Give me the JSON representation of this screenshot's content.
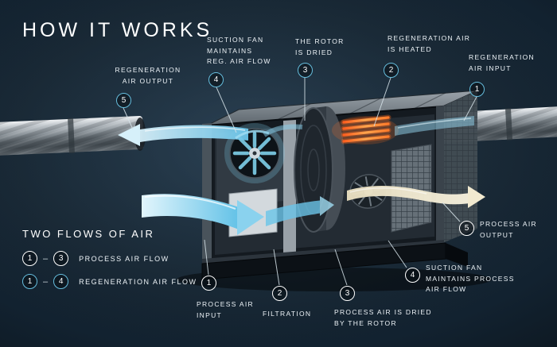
{
  "title": "HOW IT WORKS",
  "legend": {
    "heading": "TWO FLOWS OF AIR",
    "dash": "–",
    "process": {
      "from": "1",
      "to": "3",
      "label": "PROCESS AIR FLOW"
    },
    "regeneration": {
      "from": "1",
      "to": "4",
      "label": "REGENERATION AIR FLOW"
    }
  },
  "callouts": {
    "regen_output": {
      "number": "5",
      "label": "REGENERATION\nAIR OUTPUT"
    },
    "regen_fan": {
      "number": "4",
      "label": "SUCTION FAN\nMAINTAINS\nREG. AIR FLOW"
    },
    "rotor_dried": {
      "number": "3",
      "label": "THE ROTOR\nIS DRIED"
    },
    "regen_heated": {
      "number": "2",
      "label": "REGENERATION AIR\nIS HEATED"
    },
    "regen_input": {
      "number": "1",
      "label": "REGENERATION\nAIR INPUT"
    },
    "process_input": {
      "number": "1",
      "label": "PROCESS AIR\nINPUT"
    },
    "filtration": {
      "number": "2",
      "label": "FILTRATION"
    },
    "process_dried": {
      "number": "3",
      "label": "PROCESS AIR IS DRIED\nBY THE ROTOR"
    },
    "process_fan": {
      "number": "4",
      "label": "SUCTION FAN\nMAINTAINS PROCESS\nAIR FLOW"
    },
    "process_output": {
      "number": "5",
      "label": "PROCESS AIR\nOUTPUT"
    }
  },
  "colors": {
    "background": "#142029",
    "regeneration_accent": "#66bede",
    "process_accent": "#ffffff",
    "heater": "#ff7a2a",
    "stream_blue": "#7fd0ea",
    "stream_cream": "#efe6c8"
  }
}
